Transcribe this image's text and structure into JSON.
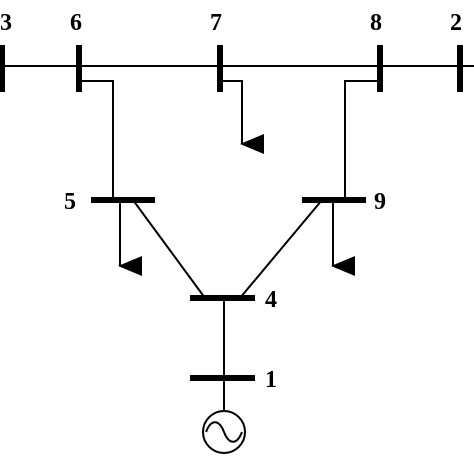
{
  "buses": [
    {
      "id": "bus-3",
      "label": "3"
    },
    {
      "id": "bus-6",
      "label": "6"
    },
    {
      "id": "bus-7",
      "label": "7"
    },
    {
      "id": "bus-8",
      "label": "8"
    },
    {
      "id": "bus-2",
      "label": "2"
    },
    {
      "id": "bus-5",
      "label": "5"
    },
    {
      "id": "bus-9",
      "label": "9"
    },
    {
      "id": "bus-4",
      "label": "4"
    },
    {
      "id": "bus-1",
      "label": "1"
    }
  ],
  "connections": [
    [
      "3",
      "6"
    ],
    [
      "6",
      "7"
    ],
    [
      "7",
      "8"
    ],
    [
      "8",
      "2"
    ],
    [
      "6",
      "5"
    ],
    [
      "8",
      "9"
    ],
    [
      "5",
      "4"
    ],
    [
      "9",
      "4"
    ],
    [
      "4",
      "1"
    ]
  ],
  "loads": [
    "5",
    "7",
    "9"
  ],
  "generators": [
    {
      "bus": "1",
      "icon": "ac-generator-icon"
    }
  ],
  "colors": {
    "stroke": "#000000",
    "background": "#ffffff"
  }
}
